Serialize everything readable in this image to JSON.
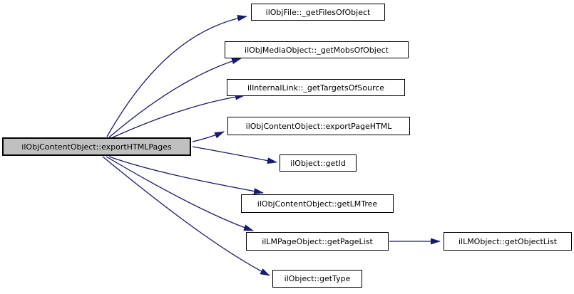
{
  "graph": {
    "type": "call-graph",
    "main": "ilObjContentObject::exportHTMLPages",
    "callees": [
      "ilObjFile::_getFilesOfObject",
      "ilObjMediaObject::_getMobsOfObject",
      "ilInternalLink::_getTargetsOfSource",
      "ilObjContentObject::exportPageHTML",
      "ilObject::getId",
      "ilObjContentObject::getLMTree",
      "ilLMPageObject::getPageList",
      "ilObject::getType"
    ],
    "indirect": [
      "ilLMObject::getObjectList"
    ],
    "edges": [
      {
        "from": "ilObjContentObject::exportHTMLPages",
        "to": "ilObjFile::_getFilesOfObject"
      },
      {
        "from": "ilObjContentObject::exportHTMLPages",
        "to": "ilObjMediaObject::_getMobsOfObject"
      },
      {
        "from": "ilObjContentObject::exportHTMLPages",
        "to": "ilInternalLink::_getTargetsOfSource"
      },
      {
        "from": "ilObjContentObject::exportHTMLPages",
        "to": "ilObjContentObject::exportPageHTML"
      },
      {
        "from": "ilObjContentObject::exportHTMLPages",
        "to": "ilObject::getId"
      },
      {
        "from": "ilObjContentObject::exportHTMLPages",
        "to": "ilObjContentObject::getLMTree"
      },
      {
        "from": "ilObjContentObject::exportHTMLPages",
        "to": "ilLMPageObject::getPageList"
      },
      {
        "from": "ilObjContentObject::exportHTMLPages",
        "to": "ilObject::getType"
      },
      {
        "from": "ilLMPageObject::getPageList",
        "to": "ilLMObject::getObjectList"
      }
    ],
    "colors": {
      "edge": "#191970",
      "node_fill": "#ffffff",
      "node_border": "#000000",
      "main_node_fill": "#c0c0c0",
      "background": "#ffffff"
    }
  }
}
